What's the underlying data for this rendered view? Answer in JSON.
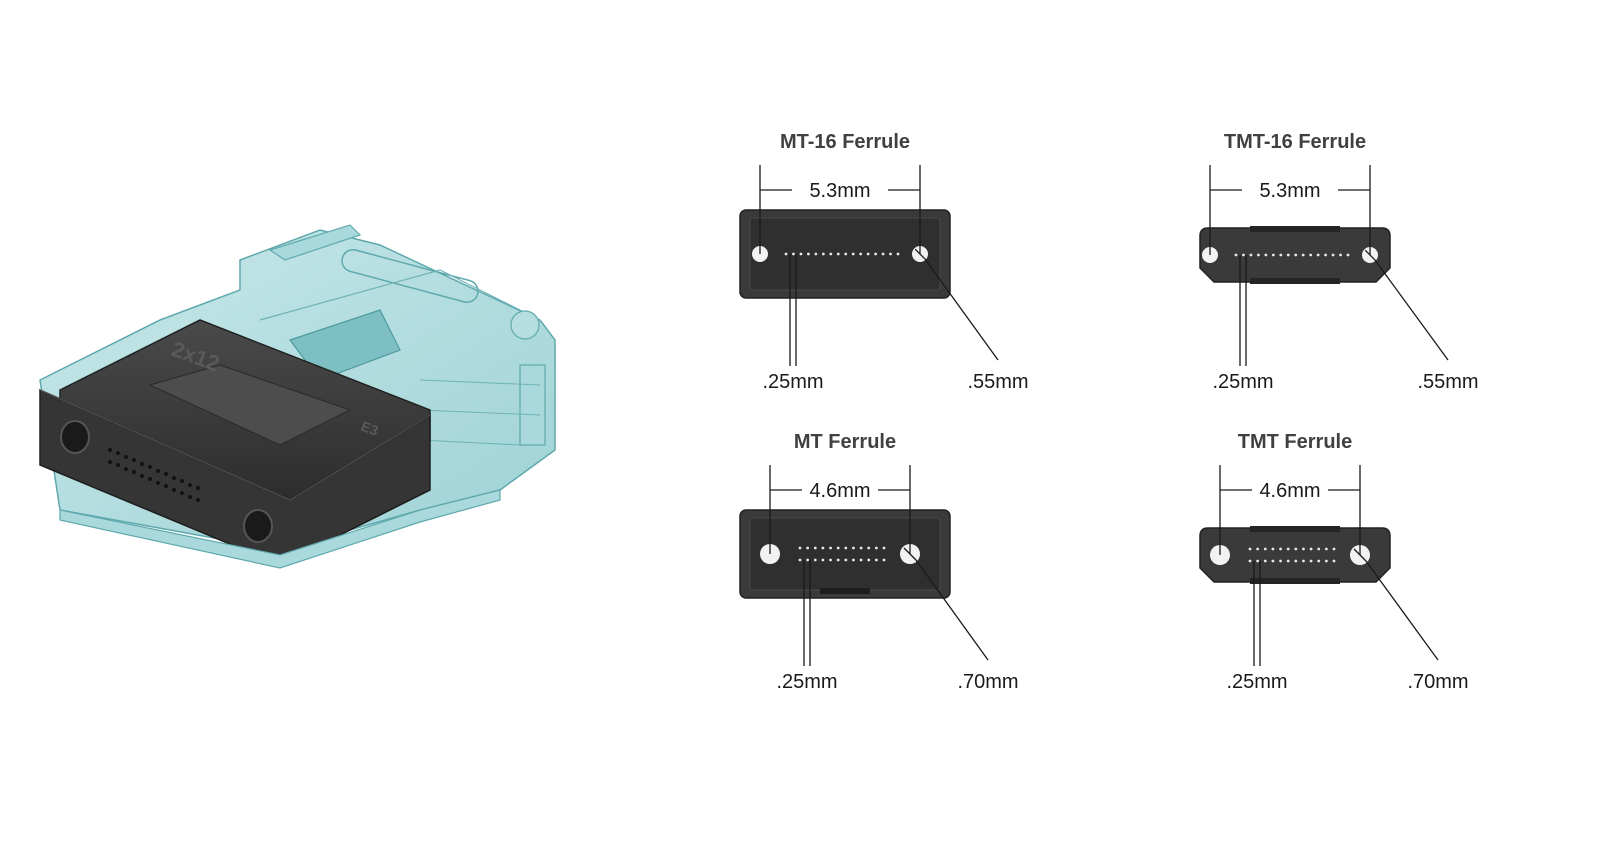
{
  "connector_marking": {
    "top_label": "2x12",
    "side_label": "E3"
  },
  "ferrules": [
    {
      "title": "MT-16 Ferrule",
      "pitch": "5.3mm",
      "fiber_pitch": ".25mm",
      "hole": ".55mm",
      "rows": 1,
      "shape": "rect"
    },
    {
      "title": "TMT-16 Ferrule",
      "pitch": "5.3mm",
      "fiber_pitch": ".25mm",
      "hole": ".55mm",
      "rows": 1,
      "shape": "chamfer"
    },
    {
      "title": "MT Ferrule",
      "pitch": "4.6mm",
      "fiber_pitch": ".25mm",
      "hole": ".70mm",
      "rows": 2,
      "shape": "rect"
    },
    {
      "title": "TMT Ferrule",
      "pitch": "4.6mm",
      "fiber_pitch": ".25mm",
      "hole": ".70mm",
      "rows": 2,
      "shape": "chamfer"
    }
  ],
  "colors": {
    "ferrule_body": "#3a3a3a",
    "ferrule_face": "#2f2f2f",
    "housing": "#9fd3d6",
    "housing_edge": "#5fa9ad",
    "text": "#1a1a1a"
  }
}
